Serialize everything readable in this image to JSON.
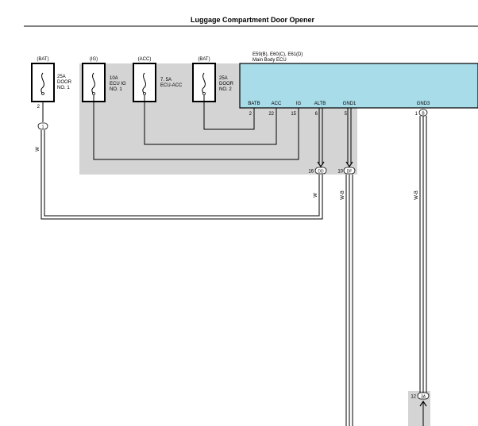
{
  "title": "Luggage Compartment Door Opener",
  "ecu": {
    "header": "E59(B), E60(C), E61(D)",
    "name": "Main Body ECU",
    "pins": [
      {
        "label": "BATB",
        "pin": "2"
      },
      {
        "label": "ACC",
        "pin": "22"
      },
      {
        "label": "IG",
        "pin": "15"
      },
      {
        "label": "ALTB",
        "pin": "6"
      },
      {
        "label": "GND1",
        "pin": "5"
      },
      {
        "label": "GND3",
        "pin": "1"
      }
    ],
    "gnd3_connector": "B",
    "fill_color": "#a8dce8"
  },
  "fuses": [
    {
      "source": "(BAT)",
      "line1": "25A",
      "line2": "DOOR",
      "line3": "NO. 1"
    },
    {
      "source": "(IG)",
      "line1": "10A",
      "line2": "ECU IG",
      "line3": "NO. 1"
    },
    {
      "source": "(ACC)",
      "line1": "7. 5A",
      "line2": "ECU-ACC",
      "line3": ""
    },
    {
      "source": "(BAT)",
      "line1": "25A",
      "line2": "DOOR",
      "line3": "NO. 2"
    }
  ],
  "fuse1_pin": "2",
  "fuse1_connector": "1",
  "junctions": [
    {
      "pin": "16",
      "connector": "DD"
    },
    {
      "pin": "10",
      "connector": "DF"
    },
    {
      "pin": "12",
      "connector": "3A"
    }
  ],
  "wires": {
    "fuse1_down": "W",
    "altb_down": "W",
    "gnd1_down": "W-B",
    "gnd3_down": "W-B"
  },
  "colors": {
    "shade": "#d4d4d4",
    "line": "#000000"
  }
}
